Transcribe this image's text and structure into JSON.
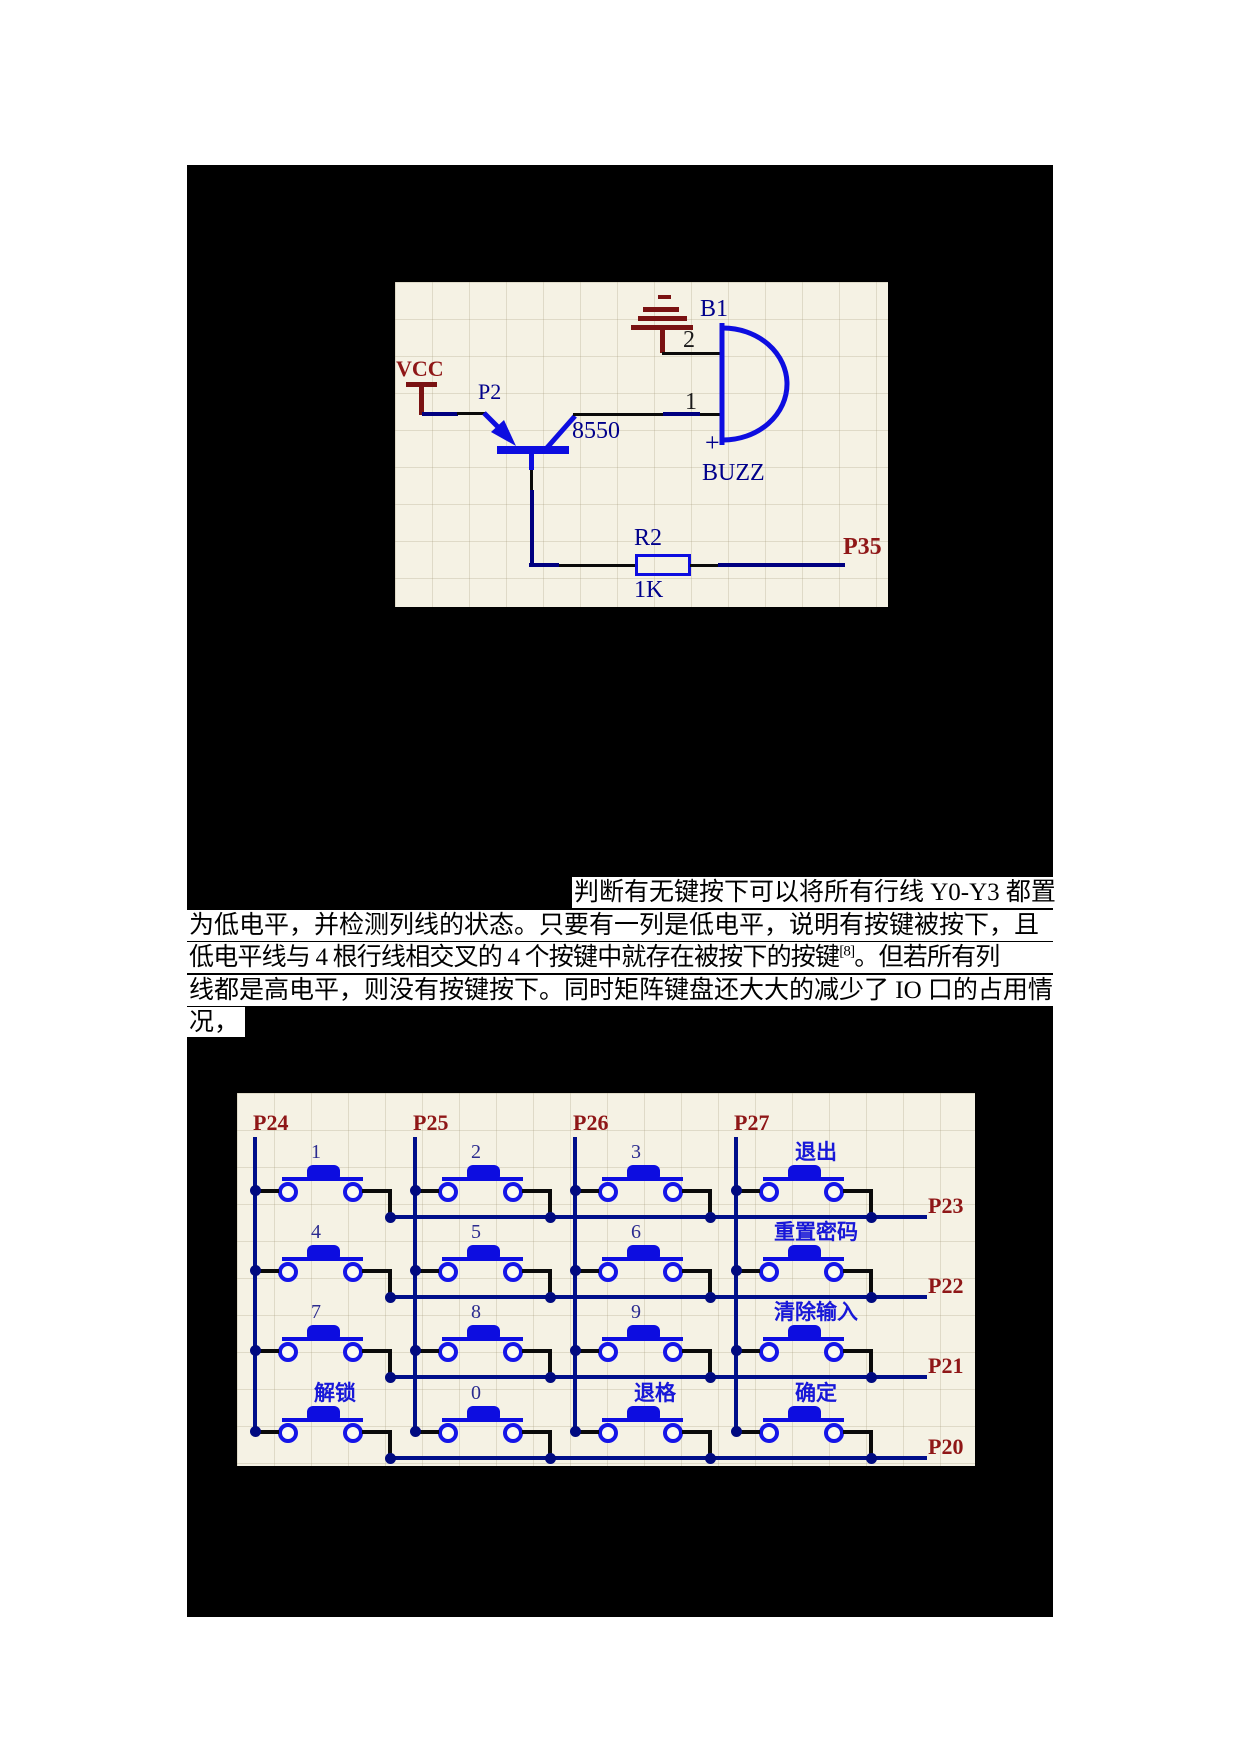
{
  "colors": {
    "page_bg": "#FFFFFF",
    "figure_bg": "#000000",
    "panel_bg": "#F5F2E4",
    "maroon_label": "#8F1717",
    "navy_label": "#00008B",
    "wire_blue": "#000080",
    "component_blue": "#0D0DE0",
    "black_wire": "#0A0A0A"
  },
  "buzzer_circuit": {
    "vcc_label": "VCC",
    "p2_label": "P2",
    "transistor_label": "8550",
    "buzzer_ref": "B1",
    "pin2_label": "2",
    "pin1_label": "1",
    "plus_label": "+",
    "buzzer_name": "BUZZ",
    "resistor_ref": "R2",
    "resistor_value": "1K",
    "net_label": "P35"
  },
  "paragraph": {
    "line1": "判断有无键按下可以将所有行线 Y0-Y3 都置",
    "line2": "为低电平，并检测列线的状态。只要有一列是低电平，说明有按键被按下，且",
    "line3_pre": "低电平线与 4 根行线相交叉的 4 个按键中就存在被按下的按键",
    "line3_sup": "[8]",
    "line3_post": "。但若所有列",
    "line4": "线都是高电平，则没有按键按下。同时矩阵键盘还大大的减少了 IO 口的占用情",
    "line5": "况，"
  },
  "keypad": {
    "column_labels": [
      "P24",
      "P25",
      "P26",
      "P27"
    ],
    "row_labels": [
      "P23",
      "P22",
      "P21",
      "P20"
    ],
    "keys": [
      {
        "label": "1"
      },
      {
        "label": "2"
      },
      {
        "label": "3"
      },
      {
        "label": "退出"
      },
      {
        "label": "4"
      },
      {
        "label": "5"
      },
      {
        "label": "6"
      },
      {
        "label": "重置密码"
      },
      {
        "label": "7"
      },
      {
        "label": "8"
      },
      {
        "label": "9"
      },
      {
        "label": "清除输入"
      },
      {
        "label": "解锁"
      },
      {
        "label": "0"
      },
      {
        "label": "退格"
      },
      {
        "label": "确定"
      }
    ]
  }
}
